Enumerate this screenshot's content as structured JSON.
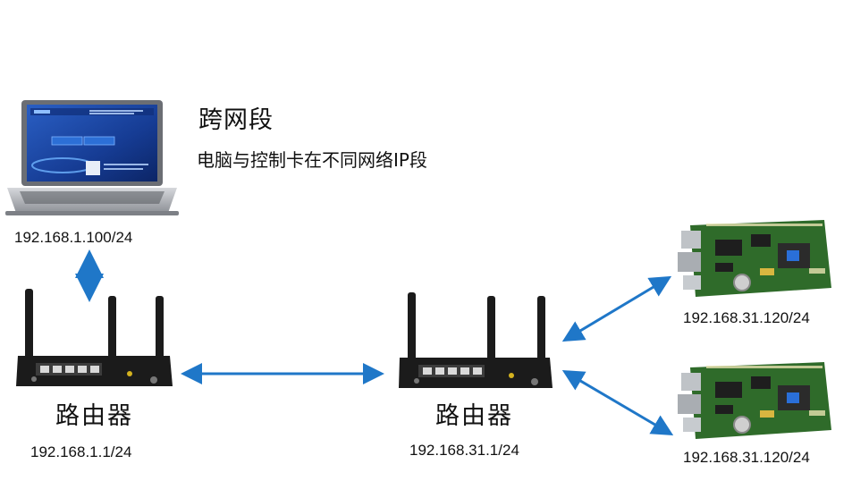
{
  "header": {
    "title": "跨网段",
    "subtitle": "电脑与控制卡在不同网络IP段"
  },
  "laptop": {
    "ip": "192.168.1.100/24"
  },
  "router_left": {
    "label": "路由器",
    "ip": "192.168.1.1/24"
  },
  "router_right": {
    "label": "路由器",
    "ip": "192.168.31.1/24"
  },
  "card_top": {
    "ip": "192.168.31.120/24"
  },
  "card_bottom": {
    "ip": "192.168.31.120/24"
  },
  "colors": {
    "arrow": "#1f77c8",
    "router_body": "#1b1b1b",
    "pcb_green": "#2f6b2a",
    "screen_blue": "#1d4aa8"
  }
}
